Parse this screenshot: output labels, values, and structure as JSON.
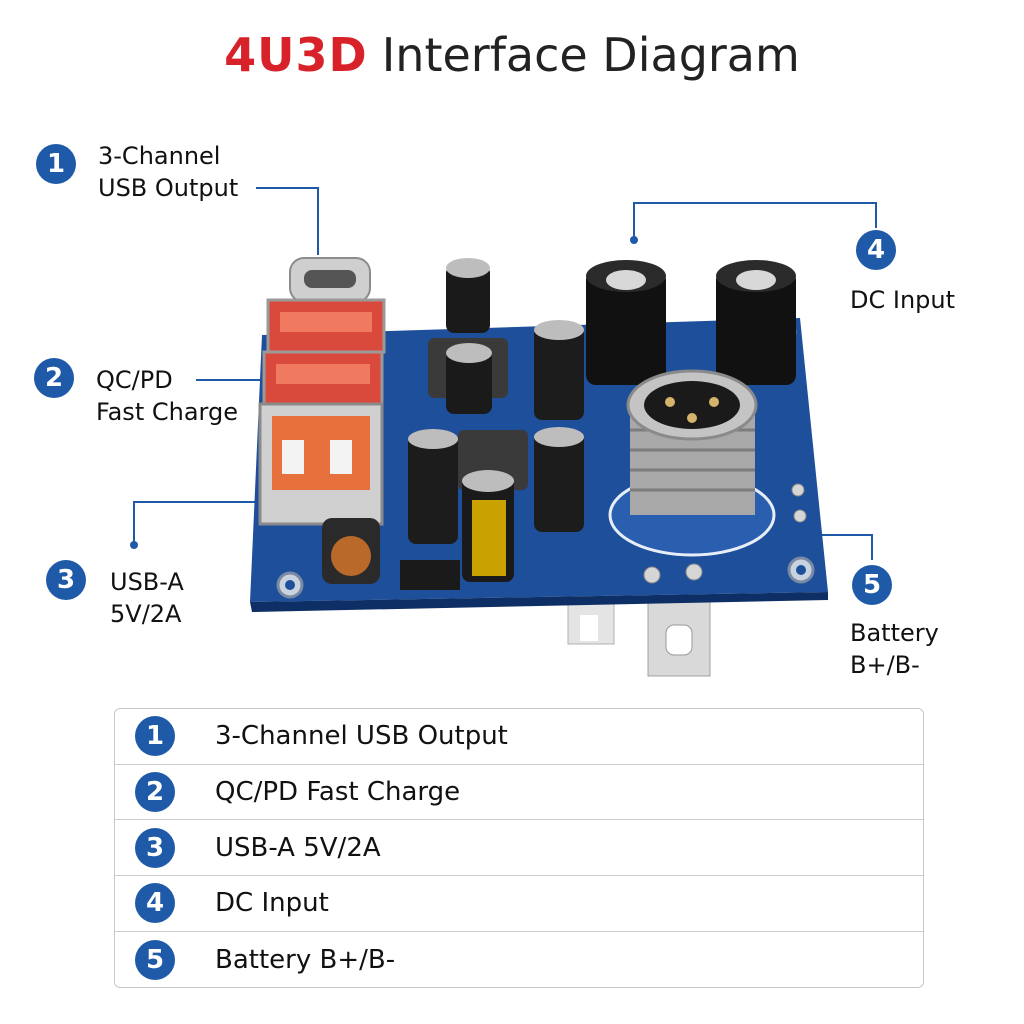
{
  "title": {
    "brand": "4U3D",
    "rest": "Interface Diagram"
  },
  "callouts": [
    {
      "num": "1",
      "lines": [
        "3-Channel",
        "USB Output"
      ]
    },
    {
      "num": "2",
      "lines": [
        "QC/PD",
        "Fast Charge"
      ]
    },
    {
      "num": "3",
      "lines": [
        "USB-A",
        "5V/2A"
      ]
    },
    {
      "num": "4",
      "lines": [
        "DC Input"
      ]
    },
    {
      "num": "5",
      "lines": [
        "Battery",
        "B+/B-"
      ]
    }
  ],
  "legend": [
    {
      "num": "1",
      "label": "3-Channel USB Output"
    },
    {
      "num": "2",
      "label": "QC/PD Fast Charge"
    },
    {
      "num": "3",
      "label": "USB-A 5V/2A"
    },
    {
      "num": "4",
      "label": "DC Input"
    },
    {
      "num": "5",
      "label": "Battery B+/B-"
    }
  ],
  "colors": {
    "brand": "#d8222a",
    "badge": "#1f5aa8",
    "pcb": "#1d4f9a"
  }
}
